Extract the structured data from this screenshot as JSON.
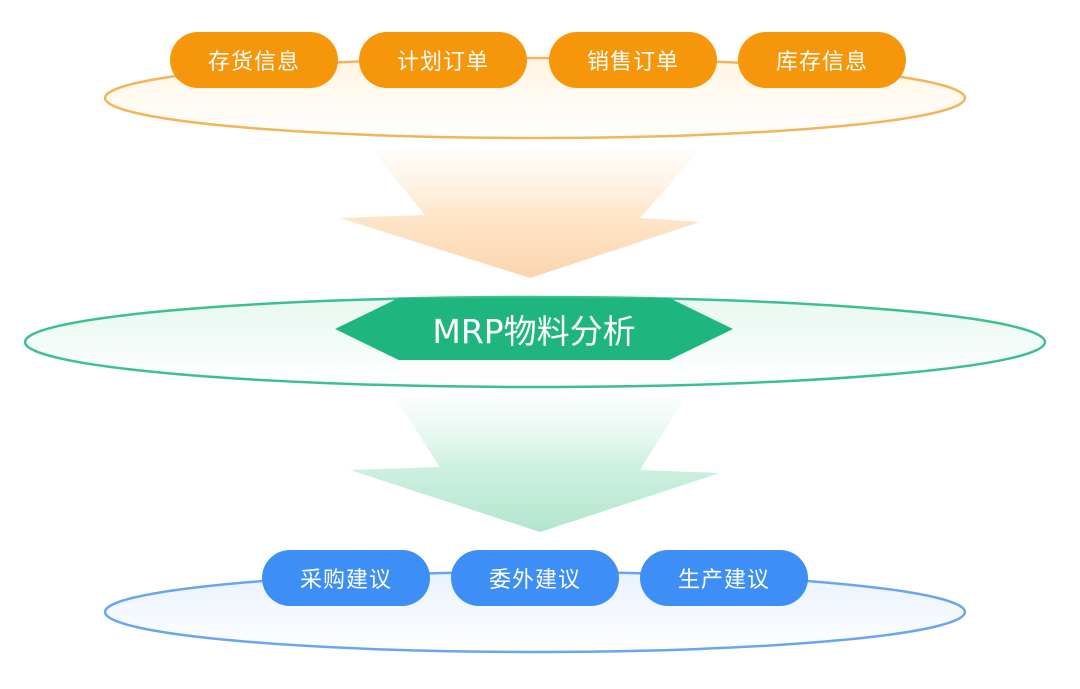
{
  "colors": {
    "input": "#f5960b",
    "input_ring": "#f3b45a",
    "process": "#1fb57e",
    "process_ring": "#3cc08e",
    "output": "#3d8ef5",
    "output_ring": "#6aa6f0"
  },
  "inputs": [
    "存货信息",
    "计划订单",
    "销售订单",
    "库存信息"
  ],
  "process": {
    "title": "MRP物料分析"
  },
  "outputs": [
    "采购建议",
    "委外建议",
    "生产建议"
  ]
}
